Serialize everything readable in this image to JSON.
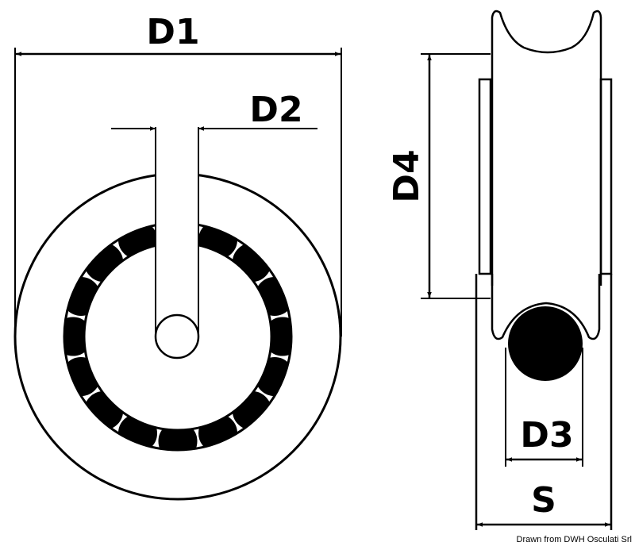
{
  "labels": {
    "d1": "D1",
    "d2": "D2",
    "d3": "D3",
    "d4": "D4",
    "s": "S"
  },
  "credit": "Drawn from DWH Osculati Srl",
  "bearing_ball_count": 16,
  "colors": {
    "ink": "#000000",
    "paper": "#ffffff"
  }
}
